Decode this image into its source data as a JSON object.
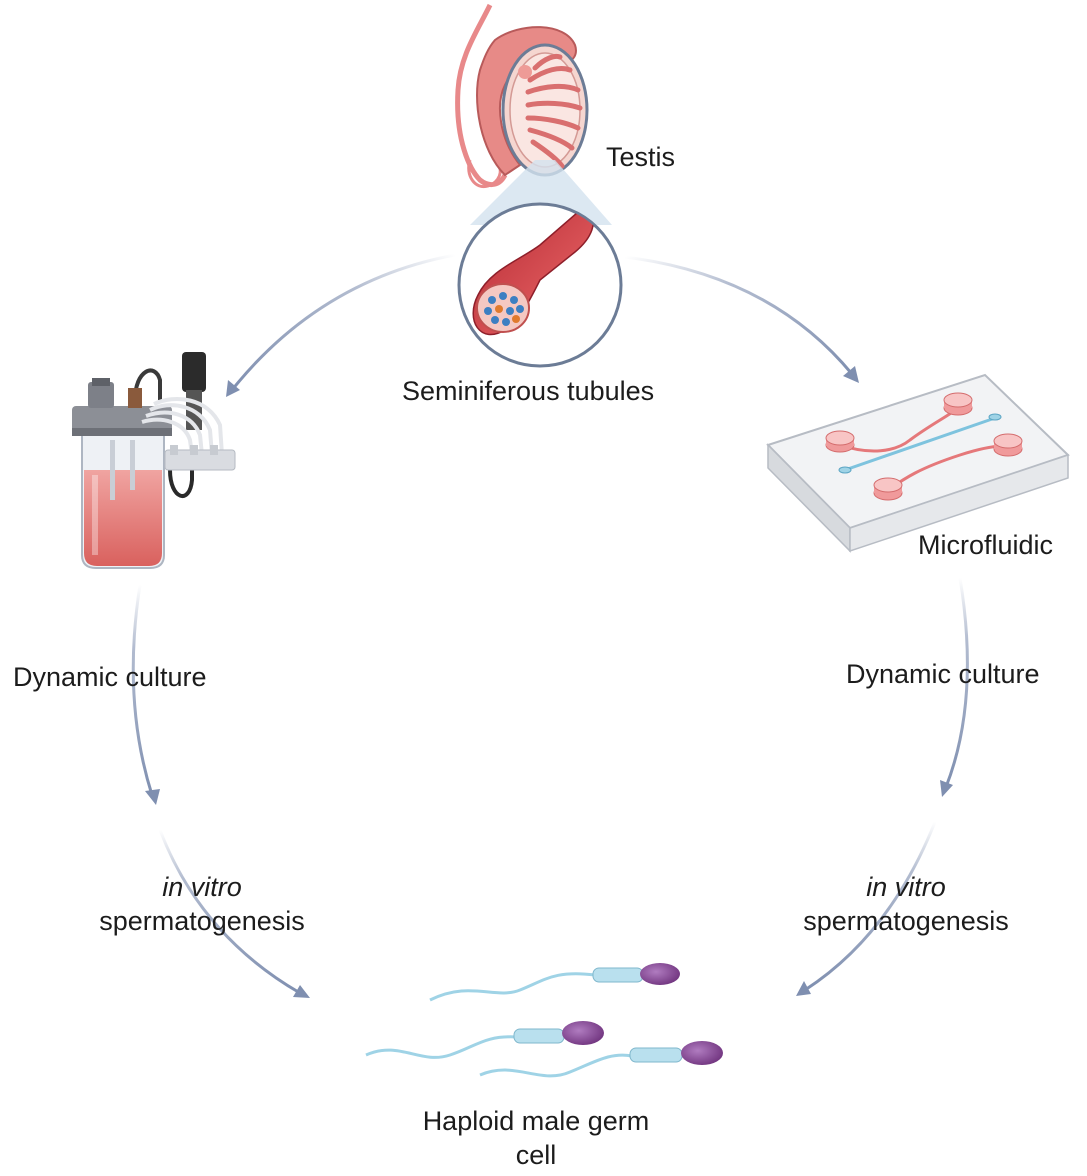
{
  "labels": {
    "testis": "Testis",
    "seminiferous": "Seminiferous tubules",
    "microfluidic": "Microfluidic",
    "dynamic_left": "Dynamic culture",
    "dynamic_right": "Dynamic culture",
    "invitro_left": "in vitro",
    "sperm_left": "spermatogenesis",
    "invitro_right": "in vitro",
    "sperm_right": "spermatogenesis",
    "haploid_line1": "Haploid male germ",
    "haploid_line2": "cell"
  },
  "colors": {
    "arrow": "#7f8fb0",
    "tissue_pink": "#e8898a",
    "tissue_light": "#f3c3bf",
    "medium": "#e2726f",
    "sperm_tail": "#9fd3e6",
    "sperm_head": "#7a3c86"
  }
}
